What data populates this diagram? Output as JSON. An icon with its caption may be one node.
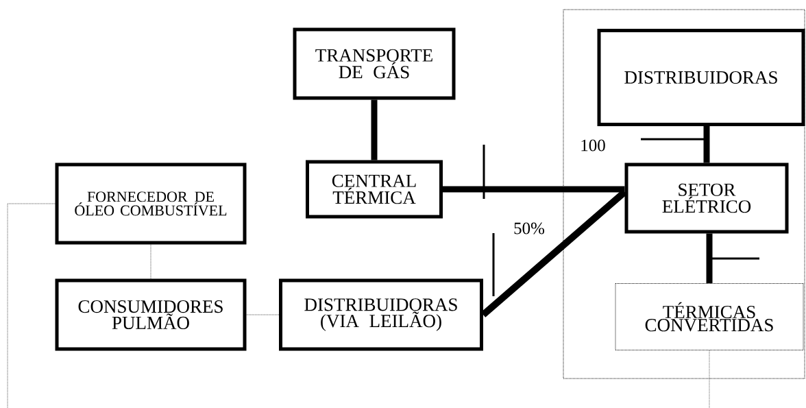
{
  "diagram": {
    "nodes": [
      {
        "text": [
          "TRANSPORTE DE GÁS"
        ]
      },
      {
        "text": [
          "CENTRAL TÉRMICA"
        ]
      },
      {
        "text": [],
        "shape": "box"
      },
      {
        "text": [
          "DISTRIBUIDORAS"
        ],
        "in": 2
      },
      {
        "text": [
          "SETOR ELÉTRICO"
        ],
        "in": 2
      },
      {
        "text": [
          "TÉRMICAS CONVERTIDAS"
        ],
        "in": 2
      },
      {
        "text": [
          "FORNECEDOR DE ÓLEO COMBUSTÍVEL"
        ]
      },
      {
        "text": [
          "CONSUMIDORES PULMÃO"
        ]
      },
      {
        "text": [
          "DISTRIBUIDORAS (VIA LEILÃO)"
        ]
      }
    ],
    "edges": [
      {
        "from": 0,
        "to": 1,
        "arrow": "none"
      },
      {
        "from": 1,
        "to": 4,
        "arrow": "none"
      },
      {
        "from": 8,
        "to": 4,
        "arrow": "none"
      },
      {
        "from": 3,
        "to": 4,
        "arrow": "none"
      },
      {
        "from": 4,
        "to": 5,
        "arrow": "none"
      },
      {
        "from": 6,
        "to": 7,
        "arrow": "none",
        "style": "dashed"
      },
      {
        "from": 7,
        "to": 8,
        "arrow": "none",
        "style": "dashed"
      },
      {
        "from": 6,
        "to": null,
        "arrow": "none",
        "style": "dashed"
      },
      {
        "from": 5,
        "to": null,
        "arrow": "none",
        "style": "dashed"
      }
    ],
    "labels": [
      "100",
      "50%"
    ]
  }
}
